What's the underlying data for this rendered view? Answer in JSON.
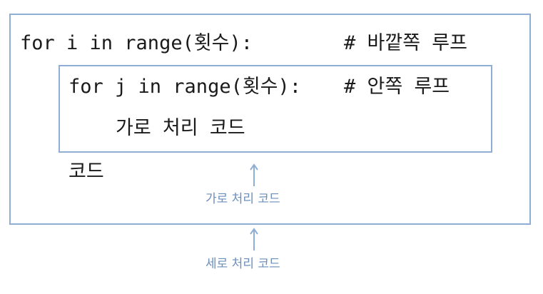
{
  "outer_loop": {
    "code": "for i in range(횟수):",
    "comment": "# 바깥쪽 루프",
    "body": "코드"
  },
  "inner_loop": {
    "code": "for j in range(횟수):",
    "comment": "# 안쪽 루프",
    "body": "가로 처리 코드"
  },
  "annotations": {
    "inner": "가로 처리 코드",
    "outer": "세로 처리 코드"
  },
  "colors": {
    "box_border": "#8eaed3",
    "annotation_text": "#6b8fbd",
    "code_text": "#1a1a1a"
  }
}
